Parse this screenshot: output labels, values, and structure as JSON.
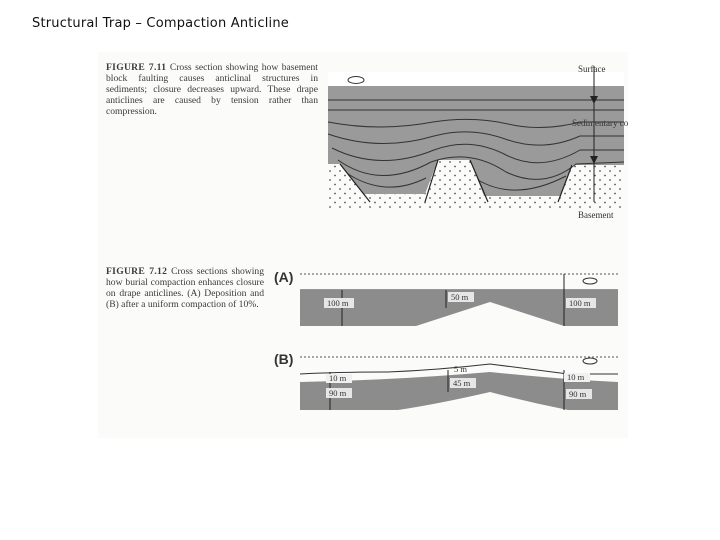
{
  "slide": {
    "title": "Structural Trap – Compaction Anticline"
  },
  "figure_711": {
    "label": "FIGURE 7.11",
    "caption": "Cross section showing how basement block faulting causes anticlinal structures in sediments; closure decreases upward. These drape anticlines are caused by tension rather than compression.",
    "labels": {
      "surface": "Surface",
      "sedimentary_cover": "Sedimentary cover",
      "basement": "Basement"
    }
  },
  "figure_712": {
    "label": "FIGURE 7.12",
    "caption": "Cross sections showing how burial compaction enhances closure on drape anticlines. (A) Deposition and (B) after a uniform compaction of 10%.",
    "panel_a": {
      "tag": "(A)",
      "left": "100 m",
      "middle": "50 m",
      "right": "100 m"
    },
    "panel_b": {
      "tag": "(B)",
      "top_middle": "5 m",
      "left_top": "10 m",
      "left_bottom": "90 m",
      "middle": "45 m",
      "right_top": "10 m",
      "right_bottom": "90 m"
    }
  }
}
